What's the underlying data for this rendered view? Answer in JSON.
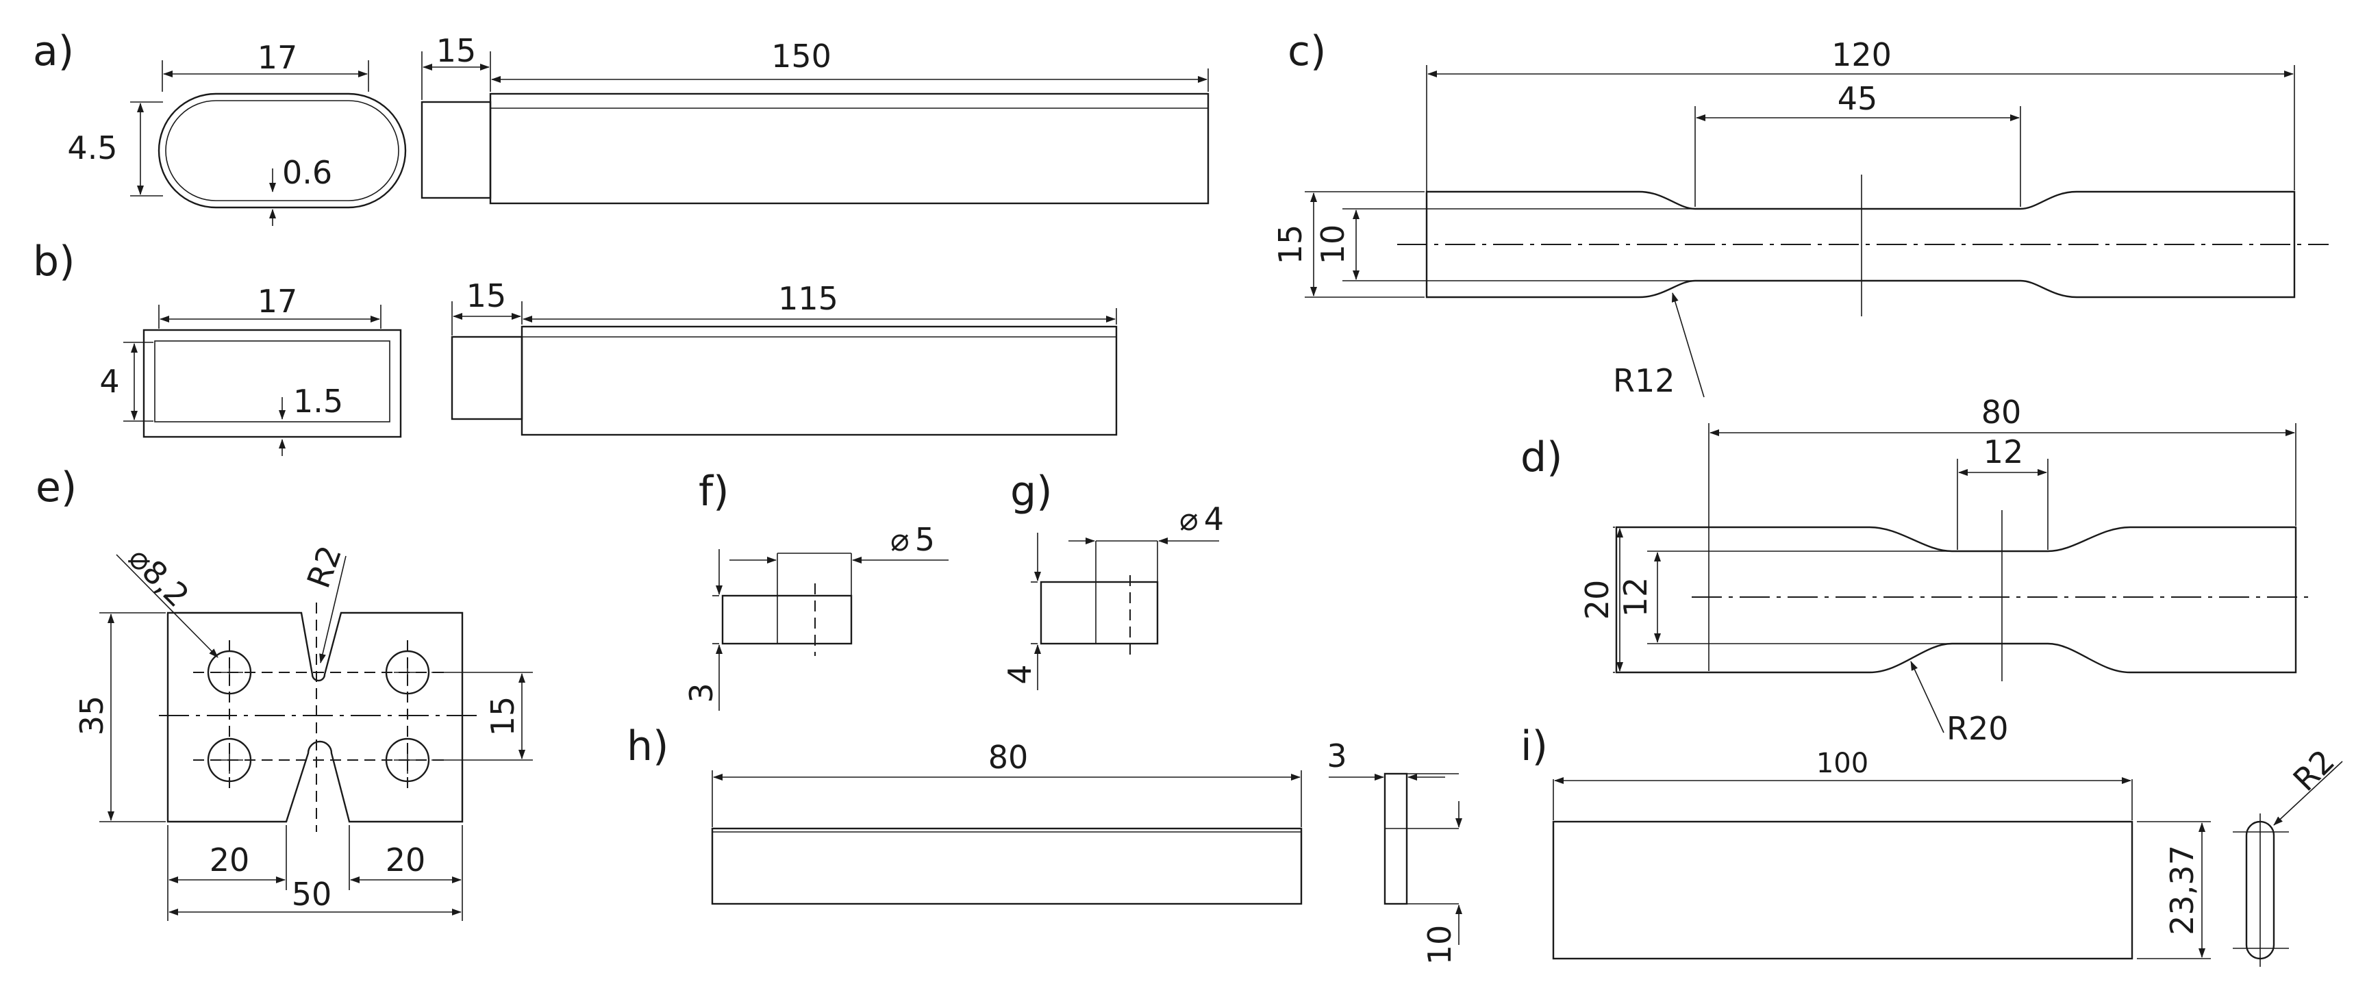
{
  "panels": {
    "a": {
      "label": "a)",
      "dims": {
        "width": "17",
        "height": "4.5",
        "wall": "0.6",
        "grip": "15",
        "length": "150"
      }
    },
    "b": {
      "label": "b)",
      "dims": {
        "width": "17",
        "height": "4",
        "wall": "1.5",
        "grip": "15",
        "length": "115"
      }
    },
    "c": {
      "label": "c)",
      "dims": {
        "overall": "120",
        "gauge": "45",
        "width": "15",
        "neck": "10",
        "radius": "R12"
      }
    },
    "d": {
      "label": "d)",
      "dims": {
        "overall": "80",
        "gauge": "12",
        "width": "20",
        "neck": "12",
        "radius": "R20"
      }
    },
    "e": {
      "label": "e)",
      "dims": {
        "hole": "8,2",
        "notch": "R2",
        "height": "35",
        "pitch": "15",
        "left": "20",
        "right": "20",
        "overall": "50"
      }
    },
    "f": {
      "label": "f)",
      "dims": {
        "diameter": "5",
        "height": "3"
      }
    },
    "g": {
      "label": "g)",
      "dims": {
        "diameter": "4",
        "height": "4"
      }
    },
    "h": {
      "label": "h)",
      "dims": {
        "length": "80",
        "thickness": "3",
        "height": "10"
      }
    },
    "i": {
      "label": "i)",
      "dims": {
        "length": "100",
        "height": "23,37",
        "radius": "R2"
      }
    }
  },
  "symbols": {
    "diameter": "⌀"
  }
}
